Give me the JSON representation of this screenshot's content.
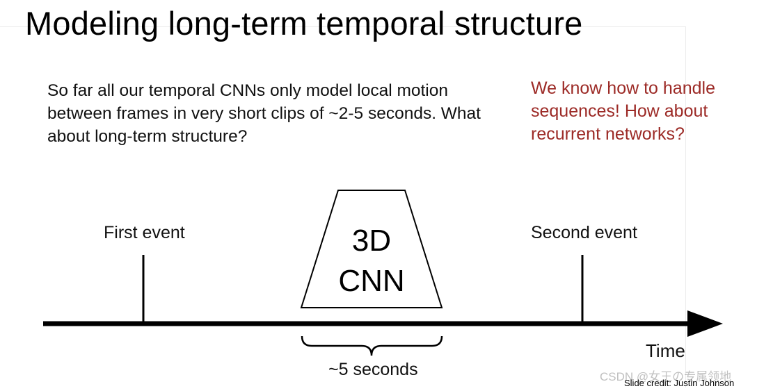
{
  "slide": {
    "title": "Modeling long-term temporal structure",
    "body": "So far all our temporal CNNs only model local motion between frames in very short clips of ~2-5 seconds. What about long-term structure?",
    "side_note": "We know how to handle sequences! How about recurrent networks?",
    "side_note_color": "#9c2a26",
    "credit": "Slide credit: Justin Johnson"
  },
  "diagram": {
    "first_event": "First event",
    "second_event": "Second event",
    "cnn_line1": "3D",
    "cnn_line2": "CNN",
    "duration": "~5 seconds",
    "time_axis": "Time"
  },
  "watermark": "CSDN @女王の专属领地"
}
